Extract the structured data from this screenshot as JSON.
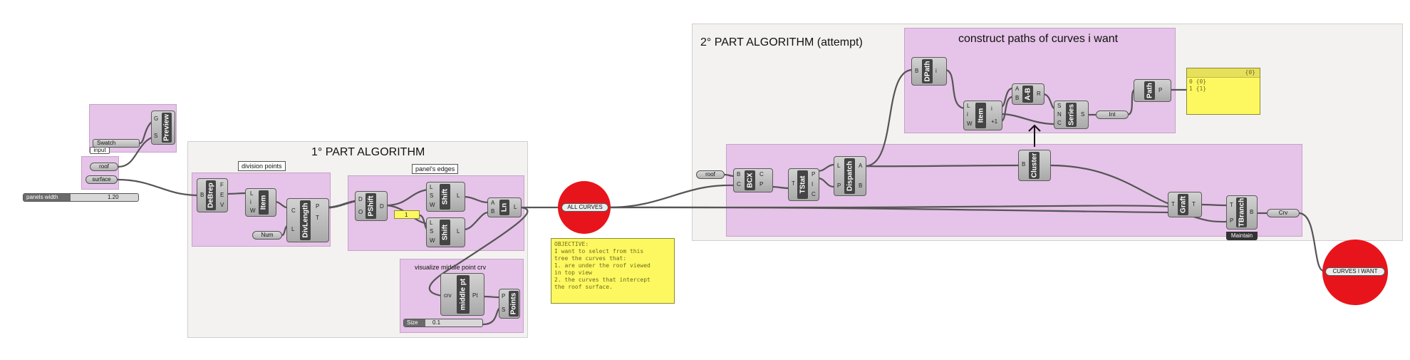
{
  "scribbles": {
    "part1": "1° PART ALGORITHM",
    "part2": "2° PART ALGORITHM (attempt)",
    "paths_title": "construct paths of curves i want"
  },
  "groups": {
    "division": "division points",
    "edges": "panel's edges",
    "middle": "visualize middle point crv"
  },
  "inputs": {
    "swatch": "Swatch",
    "input": "input",
    "roof": "roof",
    "surface": "surface",
    "roof2": "roof"
  },
  "sliders": {
    "panels_label": "panels width",
    "panels_value": "1.20",
    "size_label": "Size",
    "size_value": "0.1"
  },
  "components": {
    "preview": {
      "name": "Preview",
      "in": [
        "G",
        "S"
      ]
    },
    "debrep": {
      "name": "DeBrep",
      "in": [
        "B"
      ],
      "out": [
        "F",
        "E",
        "V"
      ]
    },
    "item1": {
      "name": "Item",
      "in": [
        "L",
        "i",
        "W"
      ]
    },
    "num": "Num",
    "divlength": {
      "name": "DivLength",
      "in": [
        "C",
        "L"
      ],
      "out": [
        "P",
        "T"
      ]
    },
    "pshift": {
      "name": "PShift",
      "in": [
        "D",
        "O"
      ],
      "out": [
        "D"
      ]
    },
    "shift1": {
      "name": "Shift",
      "in": [
        "L",
        "S",
        "W"
      ],
      "out": [
        "L"
      ]
    },
    "shift2": {
      "name": "Shift",
      "in": [
        "L",
        "S",
        "W"
      ],
      "out": [
        "L"
      ]
    },
    "one": "1",
    "ln": {
      "name": "Ln",
      "in": [
        "A",
        "B"
      ],
      "out": [
        "L"
      ]
    },
    "middle": {
      "name": "middle pt",
      "in": [
        "crv"
      ],
      "out": [
        "Pt"
      ]
    },
    "points": {
      "name": "Points",
      "in": [
        "P",
        "S"
      ]
    },
    "bcx": {
      "name": "BCX",
      "in": [
        "B",
        "C"
      ],
      "out": [
        "C",
        "P"
      ]
    },
    "tstat": {
      "name": "TStat",
      "in": [
        "T"
      ],
      "out": [
        "P",
        "I",
        "C"
      ]
    },
    "dispatch": {
      "name": "Dispatch",
      "in": [
        "L",
        "P"
      ],
      "out": [
        "A",
        "B"
      ]
    },
    "dpath": {
      "name": "DPath",
      "in": [
        "B"
      ],
      "out": [
        "i"
      ]
    },
    "item2": {
      "name": "Item",
      "in": [
        "L",
        "i",
        "W"
      ],
      "out": [
        "i",
        "+1"
      ]
    },
    "amb": {
      "name": "A-B",
      "in": [
        "A",
        "B"
      ],
      "out": [
        "R"
      ]
    },
    "series": {
      "name": "Series",
      "in": [
        "S",
        "N",
        "C"
      ],
      "out": [
        "S"
      ]
    },
    "int": "Int",
    "path": {
      "name": "Path",
      "out": [
        "P"
      ]
    },
    "cluster": {
      "name": "Cluster",
      "in": [
        "B"
      ]
    },
    "graft": {
      "name": "Graft",
      "in": [
        "T"
      ],
      "out": [
        "T"
      ]
    },
    "tbranch": {
      "name": "TBranch",
      "in": [
        "T",
        "P"
      ],
      "out": [
        "B"
      ],
      "tag": "Maintain"
    },
    "crv": "Crv"
  },
  "panels": {
    "tree_header": "{0}",
    "tree_lines": [
      "0 {0}",
      "1 {1}"
    ],
    "objective": "OBJECTIVE:\nI want to select from this\ntree the curves that:\n1. are under the roof viewed\nin top view\n2. the curves that intercept\nthe roof surface."
  },
  "clusters": {
    "all_curves": "ALL CURVES",
    "curves_want": "CURVES I WANT"
  },
  "colors": {
    "group": "#e6c3e8",
    "panel": "#fdf85f",
    "cluster_circle": "#e8141c"
  }
}
